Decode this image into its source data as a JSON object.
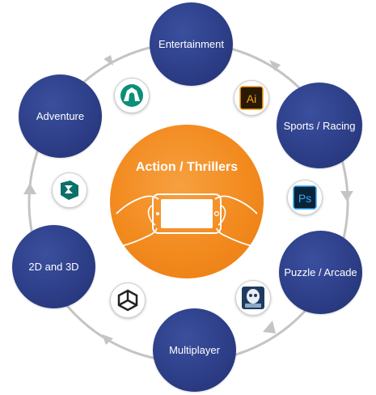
{
  "center": {
    "title": "Action / Thrillers"
  },
  "categories": [
    {
      "label": "Entertainment"
    },
    {
      "label": "Sports / Racing"
    },
    {
      "label": "Puzzle / Arcade"
    },
    {
      "label": "Multiplayer"
    },
    {
      "label": "2D and 3D"
    },
    {
      "label": "Adventure"
    }
  ],
  "tools": [
    {
      "icon": "sketchup-icon"
    },
    {
      "icon": "adobe-illustrator-icon",
      "text": "Ai"
    },
    {
      "icon": "adobe-photoshop-icon",
      "text": "Ps"
    },
    {
      "icon": "cocos2d-icon"
    },
    {
      "icon": "unity-icon"
    },
    {
      "icon": "3ds-max-icon"
    }
  ],
  "colors": {
    "node": "#2c3d86",
    "center": "#f28a1e",
    "ring": "#bfbfbf",
    "illustrator_bg": "#2a1a04",
    "illustrator_fg": "#f7a21b",
    "photoshop_bg": "#0b2336",
    "photoshop_fg": "#31a8ff"
  }
}
